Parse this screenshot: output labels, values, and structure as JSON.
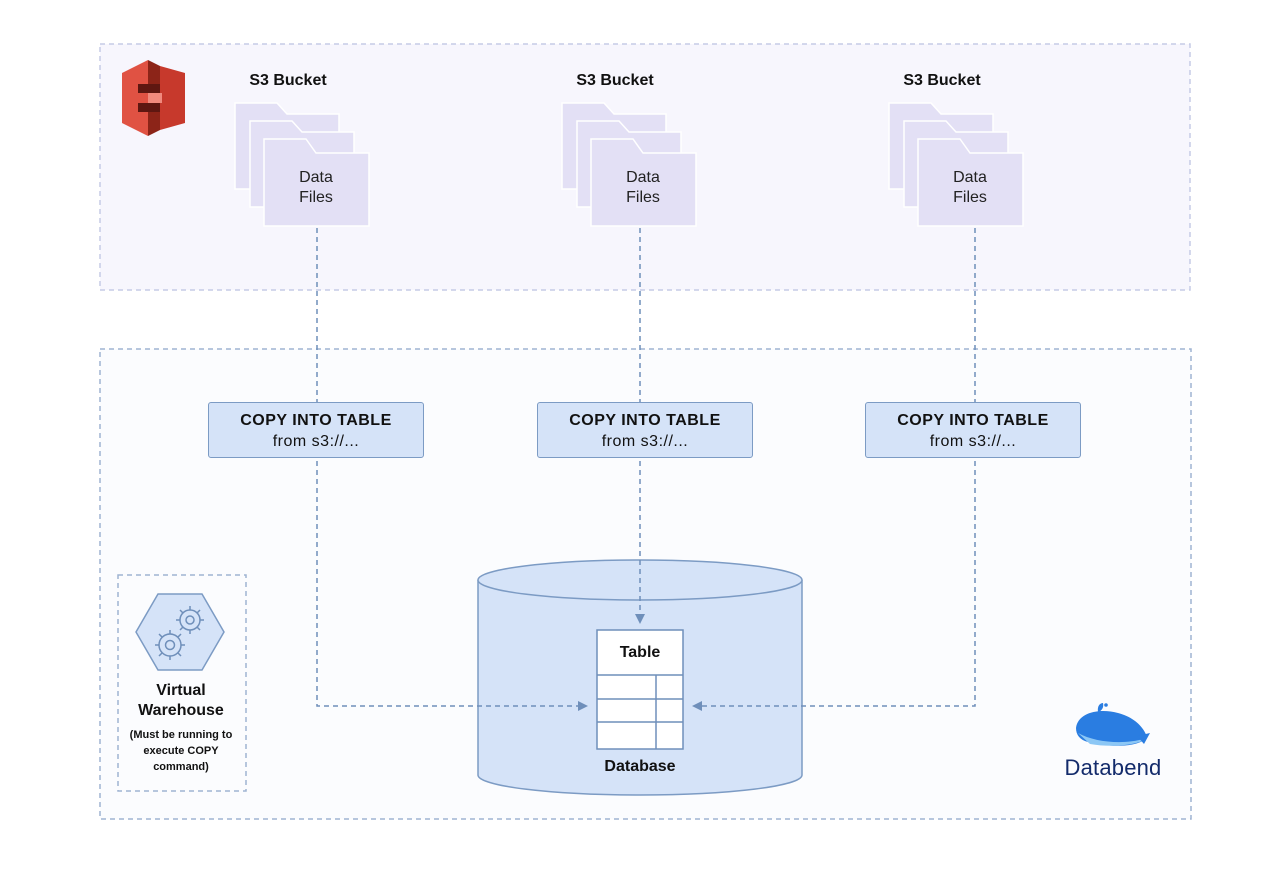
{
  "buckets": [
    {
      "title": "S3 Bucket",
      "folder_line1": "Data",
      "folder_line2": "Files"
    },
    {
      "title": "S3 Bucket",
      "folder_line1": "Data",
      "folder_line2": "Files"
    },
    {
      "title": "S3 Bucket",
      "folder_line1": "Data",
      "folder_line2": "Files"
    }
  ],
  "copy_commands": [
    {
      "line1": "COPY INTO TABLE",
      "line2": "from s3://..."
    },
    {
      "line1": "COPY INTO TABLE",
      "line2": "from s3://..."
    },
    {
      "line1": "COPY INTO TABLE",
      "line2": "from s3://..."
    }
  ],
  "database": {
    "label": "Database",
    "table_title": "Table"
  },
  "virtual_warehouse": {
    "title_line1": "Virtual",
    "title_line2": "Warehouse",
    "note": "(Must be running to execute COPY command)"
  },
  "brand": {
    "name": "Databend"
  },
  "icons": {
    "s3": "aws-s3-icon",
    "gears": "gears-icon",
    "whale": "databend-whale-icon"
  },
  "colors": {
    "s3_region_bg": "#f7f6fd",
    "folder_fill": "#e3e0f5",
    "copy_box_fill": "#d5e3f8",
    "copy_box_border": "#7c9bc4",
    "arrow": "#6f8fba",
    "database_fill": "#d5e3f8",
    "s3_red": "#c7392c",
    "brand_navy": "#132b6b",
    "whale_blue": "#2a7de1"
  }
}
